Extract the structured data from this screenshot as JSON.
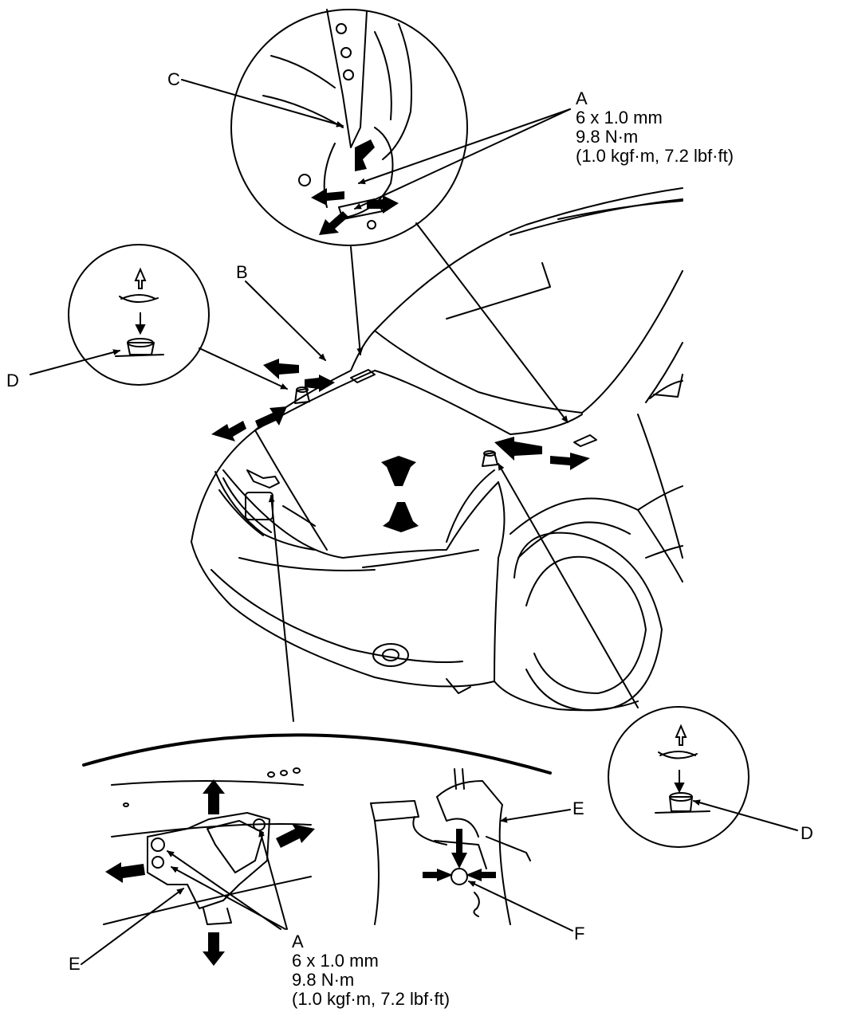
{
  "callouts": {
    "a": "A",
    "b": "B",
    "c": "C",
    "d": "D",
    "e": "E",
    "f": "F"
  },
  "spec_top": {
    "label": "A",
    "size": "6 x 1.0 mm",
    "torque": "9.8 N·m",
    "torque_alt": "(1.0 kgf·m, 7.2 lbf·ft)"
  },
  "spec_bottom": {
    "label": "A",
    "size": "6 x 1.0 mm",
    "torque": "9.8 N·m",
    "torque_alt": "(1.0 kgf·m, 7.2 lbf·ft)"
  },
  "colors": {
    "ink": "#000000",
    "paper": "#ffffff"
  }
}
